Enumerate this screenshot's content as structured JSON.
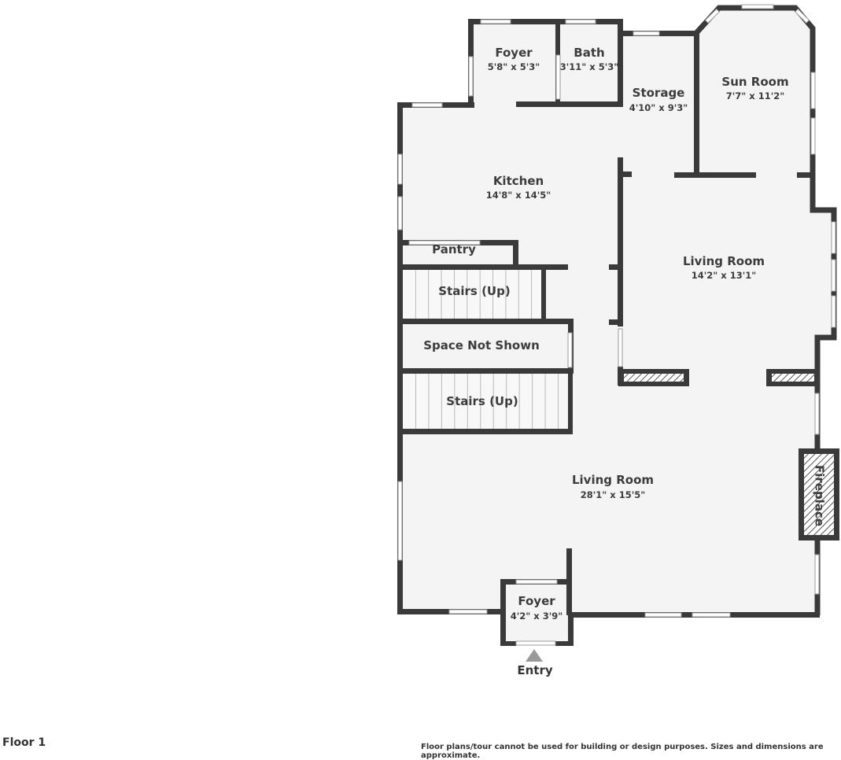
{
  "floor_label": "Floor 1",
  "disclaimer": "Floor plans/tour cannot be used for building or design purposes. Sizes and dimensions are approximate.",
  "entry_label": "Entry",
  "rooms": {
    "foyer_top": {
      "name": "Foyer",
      "dim": "5'8\" x 5'3\""
    },
    "bath": {
      "name": "Bath",
      "dim": "3'11\" x 5'3\""
    },
    "storage": {
      "name": "Storage",
      "dim": "4'10\" x 9'3\""
    },
    "sun_room": {
      "name": "Sun Room",
      "dim": "7'7\" x 11'2\""
    },
    "kitchen": {
      "name": "Kitchen",
      "dim": "14'8\" x 14'5\""
    },
    "pantry": {
      "name": "Pantry"
    },
    "stairs_top": {
      "name": "Stairs (Up)"
    },
    "space_not_shown": {
      "name": "Space Not Shown"
    },
    "stairs_bottom": {
      "name": "Stairs (Up)"
    },
    "living_room_right": {
      "name": "Living Room",
      "dim": "14'2\" x 13'1\""
    },
    "living_room_main": {
      "name": "Living Room",
      "dim": "28'1\" x 15'5\""
    },
    "fireplace": {
      "name": "Fireplace"
    },
    "foyer_bottom": {
      "name": "Foyer",
      "dim": "4'2\" x 3'9\""
    }
  },
  "colors": {
    "wall": "#3a3a3a",
    "floor": "#f4f4f4",
    "text": "#3c3c3c"
  }
}
